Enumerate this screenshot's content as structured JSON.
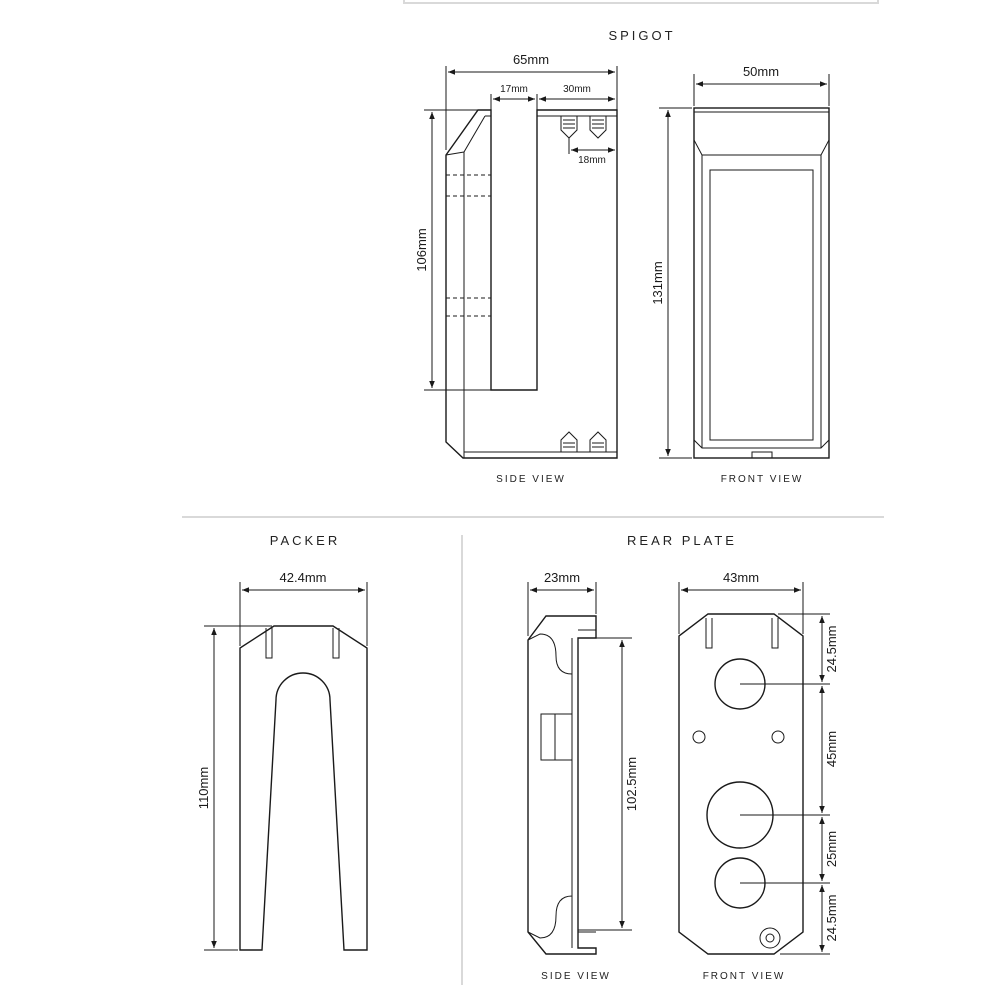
{
  "spigot": {
    "title": "SPIGOT",
    "side_view": {
      "caption": "SIDE VIEW",
      "width": "65mm",
      "slot": "17mm",
      "offset": "30mm",
      "screw_spacing": "18mm",
      "slot_depth": "106mm"
    },
    "front_view": {
      "caption": "FRONT VIEW",
      "width": "50mm",
      "height": "131mm"
    }
  },
  "packer": {
    "title": "PACKER",
    "width": "42.4mm",
    "height": "110mm"
  },
  "rear_plate": {
    "title": "REAR PLATE",
    "side_view": {
      "caption": "SIDE VIEW",
      "width": "23mm",
      "height": "102.5mm"
    },
    "front_view": {
      "caption": "FRONT VIEW",
      "width": "43mm",
      "spacing_top": "24.5mm",
      "spacing_2": "45mm",
      "spacing_3": "25mm",
      "spacing_bottom": "24.5mm"
    }
  }
}
